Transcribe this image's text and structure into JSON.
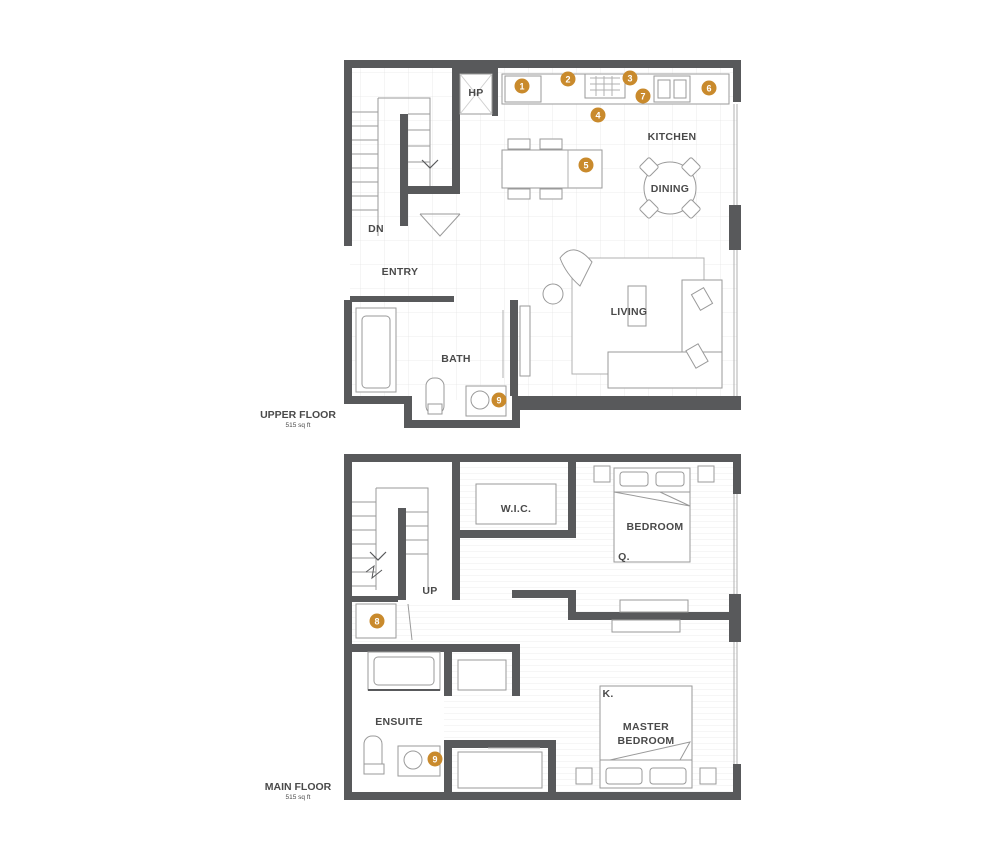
{
  "upper_floor": {
    "title": "UPPER FLOOR",
    "area": "515 sq ft",
    "rooms": {
      "hp": "HP",
      "kitchen": "KITCHEN",
      "dining": "DINING",
      "dn": "DN",
      "entry": "ENTRY",
      "living": "LIVING",
      "bath": "BATH"
    },
    "markers": [
      "1",
      "2",
      "3",
      "4",
      "5",
      "6",
      "7",
      "9"
    ]
  },
  "main_floor": {
    "title": "MAIN FLOOR",
    "area": "515 sq ft",
    "rooms": {
      "wic": "W.I.C.",
      "bedroom": "BEDROOM",
      "bed_size_q": "Q.",
      "up": "UP",
      "ensuite": "ENSUITE",
      "bed_size_k": "K.",
      "master_line1": "MASTER",
      "master_line2": "BEDROOM"
    },
    "markers": [
      "8",
      "9"
    ]
  },
  "colors": {
    "wall": "#58595b",
    "line": "#9a9a9a",
    "accent": "#c98a2c"
  }
}
